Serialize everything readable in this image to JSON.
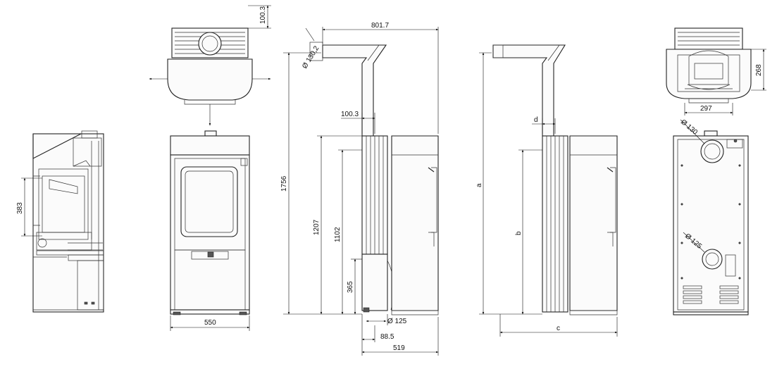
{
  "dimensions": {
    "side_left_height": "383",
    "top_offset": "100.3",
    "front_width": "550",
    "overall_depth": "801.7",
    "flue_diameter_top": "Ø 130,2",
    "total_height": "1756",
    "outlet_height": "1207",
    "outlet_offset": "100.3",
    "inner_height": "1102",
    "bottom_inlet_height": "365",
    "air_inlet_diameter": "Ø 125",
    "inlet_offset": "88.5",
    "base_depth": "519",
    "var_d": "d",
    "var_a": "a",
    "var_b": "b",
    "var_c": "c",
    "rear_flue_diameter": "Ø 130",
    "rear_air_diameter": "Ø 125",
    "top_view_depth": "268",
    "top_view_width": "297"
  }
}
